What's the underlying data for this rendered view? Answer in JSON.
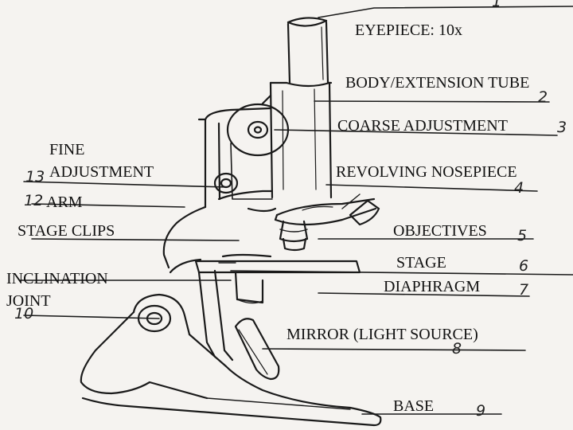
{
  "labels": {
    "eyepiece": "EYEPIECE: 10x",
    "body_tube": "BODY/EXTENSION TUBE",
    "coarse_adjustment": "COARSE ADJUSTMENT",
    "fine_adjustment_line1": "FINE",
    "fine_adjustment_line2": "ADJUSTMENT",
    "revolving_nosepiece": "REVOLVING NOSEPIECE",
    "arm": "ARM",
    "stage_clips": "STAGE CLIPS",
    "objectives": "OBJECTIVES",
    "stage": "STAGE",
    "diaphragm": "DIAPHRAGM",
    "inclination_line1": "INCLINATION",
    "inclination_line2": "JOINT",
    "mirror": "MIRROR (LIGHT SOURCE)",
    "base": "BASE"
  },
  "numbers": {
    "n1": "1",
    "n2": "2",
    "n3": "3",
    "n4": "4",
    "n5": "5",
    "n6": "6",
    "n7": "7",
    "n8": "8",
    "n9": "9",
    "n10": "10",
    "n12": "12",
    "n13": "13"
  }
}
